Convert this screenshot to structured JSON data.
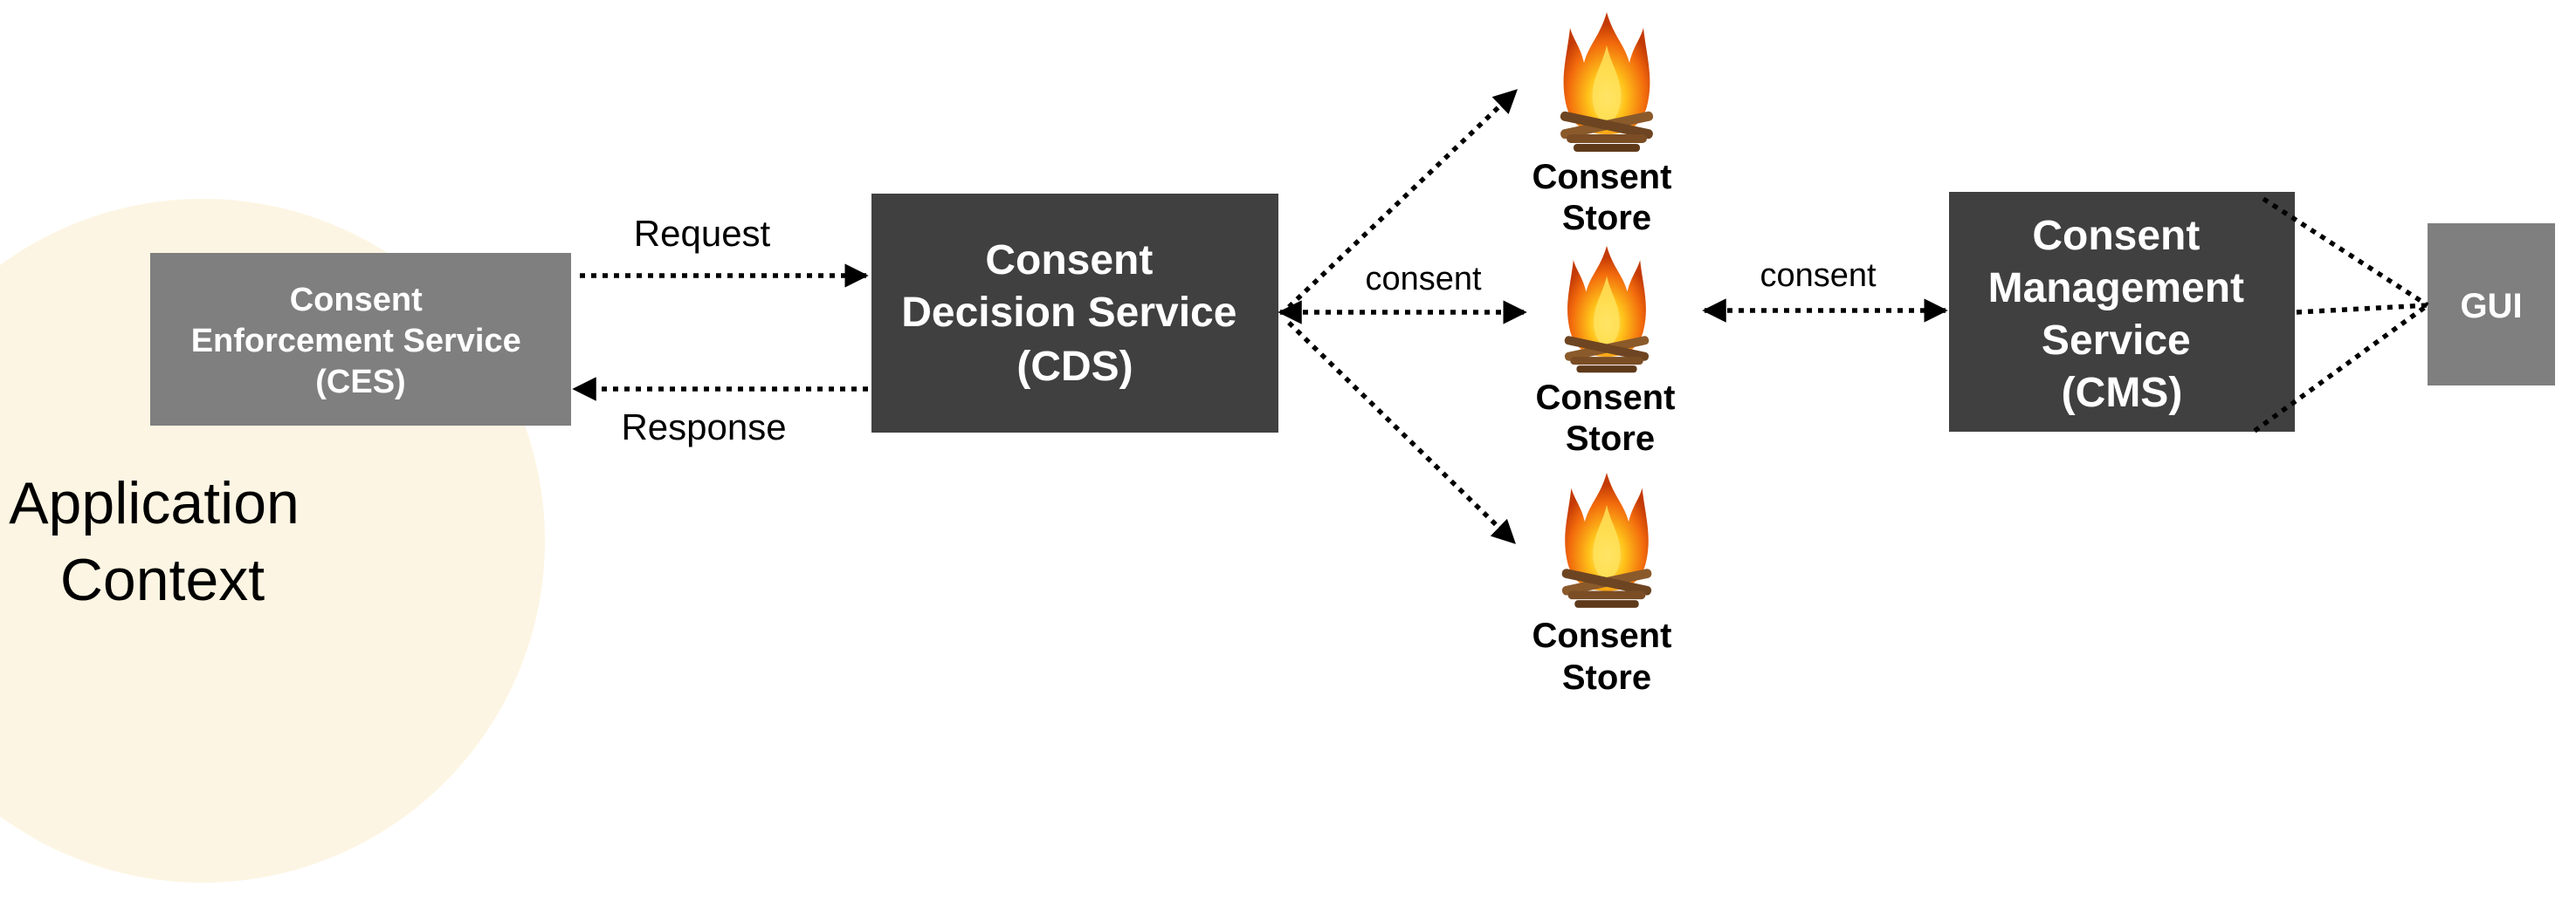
{
  "context": {
    "line1": "Application",
    "line2": "Context"
  },
  "ces": {
    "line1": "Consent",
    "line2": "Enforcement Service",
    "line3": "(CES)"
  },
  "cds": {
    "line1": "Consent",
    "line2": "Decision Service",
    "line3": "(CDS)"
  },
  "cms": {
    "line1": "Consent",
    "line2": "Management",
    "line3": "Service",
    "line4": "(CMS)"
  },
  "gui": {
    "label": "GUI"
  },
  "stores": [
    {
      "line1": "Consent",
      "line2": "Store",
      "icon": "campfire-icon"
    },
    {
      "line1": "Consent",
      "line2": "Store",
      "icon": "campfire-icon"
    },
    {
      "line1": "Consent",
      "line2": "Store",
      "icon": "campfire-icon"
    }
  ],
  "edges": {
    "request": "Request",
    "response": "Response",
    "consent_cds": "consent",
    "consent_cms": "consent"
  },
  "colors": {
    "context_bg": "#fdf5e3",
    "ces_box": "#7f7f7f",
    "cds_box": "#404040",
    "cms_box": "#404040",
    "gui_box": "#7f7f7f"
  }
}
